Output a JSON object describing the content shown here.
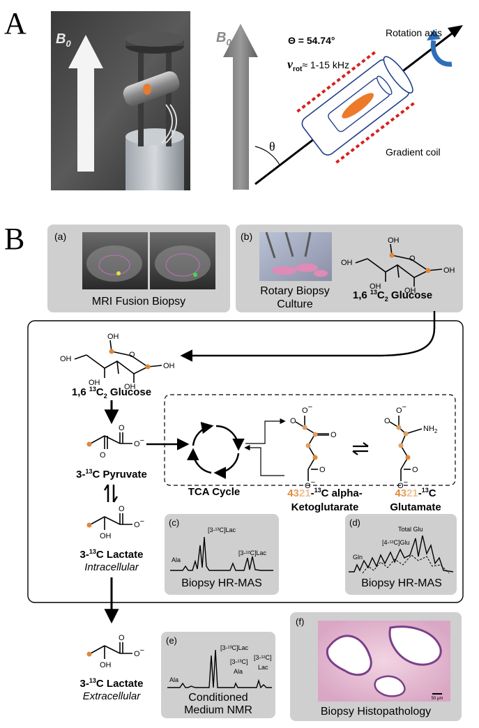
{
  "panelA": {
    "letter": "A",
    "b0_left": "B",
    "b0_left_sub": "0",
    "b0_right": "B",
    "b0_right_sub": "0",
    "theta_eq": "Θ = 54.74°",
    "nu": "ν",
    "nu_sub": "rot",
    "nu_val": "≈ 1-15 kHz",
    "rotation_axis": "Rotation axis",
    "theta": "θ",
    "gradient_coil": "Gradient coil"
  },
  "panelB": {
    "letter": "B",
    "a": {
      "tag": "(a)",
      "label": "MRI Fusion Biopsy"
    },
    "b": {
      "tag": "(b)",
      "label_1": "Rotary Biopsy",
      "label_2": "Culture",
      "glucose_1": "1,6 ",
      "glucose_sup": "13",
      "glucose_2": "C",
      "glucose_sub": "2",
      "glucose_3": " Glucose"
    },
    "glucose2": {
      "part1": "1,6 ",
      "sup": "13",
      "part2": "C",
      "sub": "2",
      "part3": " Glucose"
    },
    "pyruvate": {
      "pre": "3-",
      "sup": "13",
      "post": "C Pyruvate"
    },
    "lactate_in": {
      "pre": "3-",
      "sup": "13",
      "post": "C Lactate",
      "loc": "Intracellular"
    },
    "lactate_ex": {
      "pre": "3-",
      "sup": "13",
      "post": "C Lactate",
      "loc": "Extracellular"
    },
    "tca": "TCA Cycle",
    "akg": {
      "n4": "4",
      "n3": "3",
      "n2": "2",
      "n1": "1",
      "suffix_pre": "-",
      "sup": "13",
      "suffix": "C alpha-",
      "line2": "Ketoglutarate"
    },
    "glu": {
      "n4": "4",
      "n3": "3",
      "n2": "2",
      "n1": "1",
      "suffix_pre": "-",
      "sup": "13",
      "suffix": "C",
      "line2": "Glutamate"
    },
    "c": {
      "tag": "(c)",
      "label": "Biopsy HR-MAS",
      "peak_lac": "[3-¹³C]Lac",
      "peak_lac12": "[3-¹²C]Lac",
      "peak_ala": "Ala"
    },
    "d": {
      "tag": "(d)",
      "label": "Biopsy HR-MAS",
      "peak_total": "Total Glu",
      "peak_glu": "[4-¹²C]Glu",
      "peak_gln": "Gln"
    },
    "e": {
      "tag": "(e)",
      "label_1": "Conditioned",
      "label_2": "Medium NMR",
      "peak_lac": "[3-¹³C]Lac",
      "peak_ala13": "[3-¹³C]",
      "peak_ala13b": "Ala",
      "peak_lac12a": "[3-¹²C]",
      "peak_lac12b": "Lac",
      "peak_ala": "Ala"
    },
    "f": {
      "tag": "(f)",
      "label": "Biopsy Histopathology",
      "scale": "50 μm"
    },
    "chem": {
      "oh": "OH",
      "o": "O",
      "o_minus": "O",
      "minus": "−",
      "nh2": "NH",
      "nh2_sub": "2"
    }
  },
  "colors": {
    "orange": "#e0873a",
    "panel_gray": "#cfcfcf",
    "coil_red": "#d62020",
    "blue_arrow": "#2f6fb8",
    "coil_blue": "#1f3f8a",
    "tan": "#e0a060",
    "light_tan": "#f0c08e"
  }
}
